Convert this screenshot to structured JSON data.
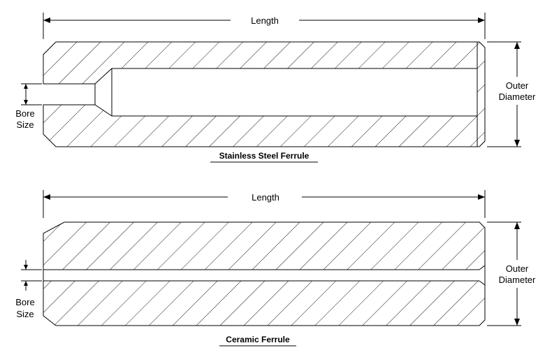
{
  "steel": {
    "length_label": "Length",
    "outer_label_1": "Outer",
    "outer_label_2": "Diameter",
    "bore_label_1": "Bore",
    "bore_label_2": "Size",
    "title": "Stainless Steel Ferrule"
  },
  "ceramic": {
    "length_label": "Length",
    "outer_label_1": "Outer",
    "outer_label_2": "Diameter",
    "bore_label_1": "Bore",
    "bore_label_2": "Size",
    "title": "Ceramic Ferrule"
  }
}
